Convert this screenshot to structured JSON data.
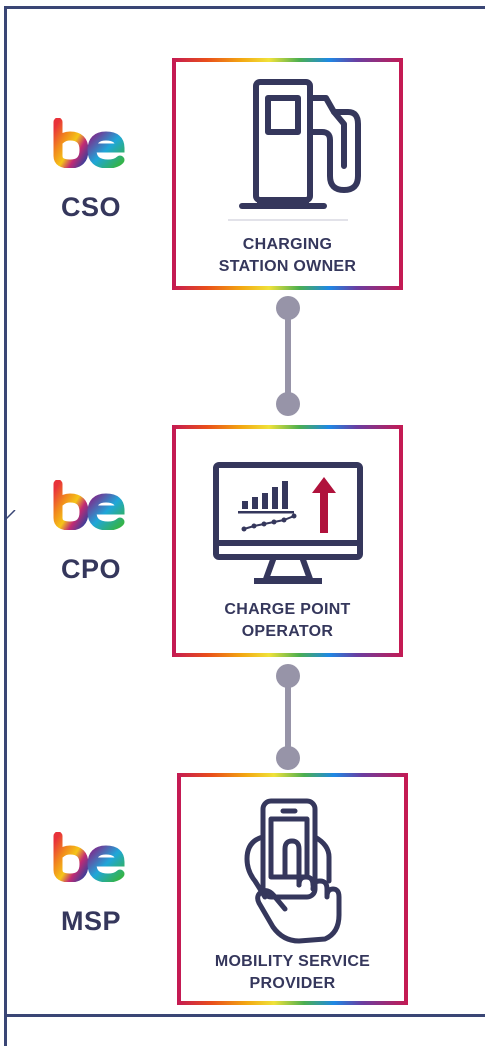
{
  "rows": [
    {
      "abbr": "CSO",
      "label_line1": "CHARGING",
      "label_line2": "STATION OWNER",
      "icon": "fuel-pump-icon"
    },
    {
      "abbr": "CPO",
      "label_line1": "CHARGE POINT",
      "label_line2": "OPERATOR",
      "icon": "monitor-chart-icon"
    },
    {
      "abbr": "MSP",
      "label_line1": "MOBILITY SERVICE",
      "label_line2": "PROVIDER",
      "icon": "hand-phone-icon"
    }
  ],
  "logo_text": "be",
  "colors": {
    "frame": "#3a4675",
    "text": "#35375c",
    "card_border": "#c41a53",
    "connector": "#9794a8",
    "arrow": "#b0123c"
  }
}
